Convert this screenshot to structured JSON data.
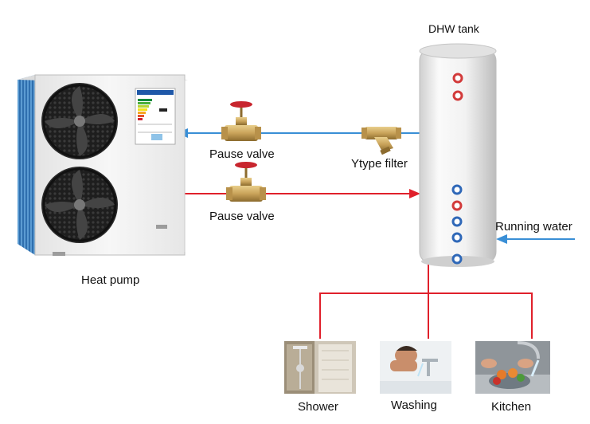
{
  "labels": {
    "dhw_tank": "DHW tank",
    "pause_valve_top": "Pause valve",
    "pause_valve_bottom": "Pause valve",
    "ytype_filter": "Ytype filter",
    "running_water": "Running water",
    "heat_pump": "Heat pump",
    "shower": "Shower",
    "washing": "Washing",
    "kitchen": "Kitchen"
  },
  "colors": {
    "cold_pipe": "#3a8fd6",
    "hot_pipe": "#e0202b",
    "brass": "#c9a35a",
    "valve_handle": "#c8262e",
    "tank_body": "#f1f1f1",
    "unit_body": "#f4f4f4",
    "fin_blue": "#3d86c6"
  },
  "icons": {
    "heat_pump": "heat-pump-unit-icon",
    "tank": "water-tank-icon",
    "valve": "gate-valve-icon",
    "filter": "y-strainer-icon"
  }
}
